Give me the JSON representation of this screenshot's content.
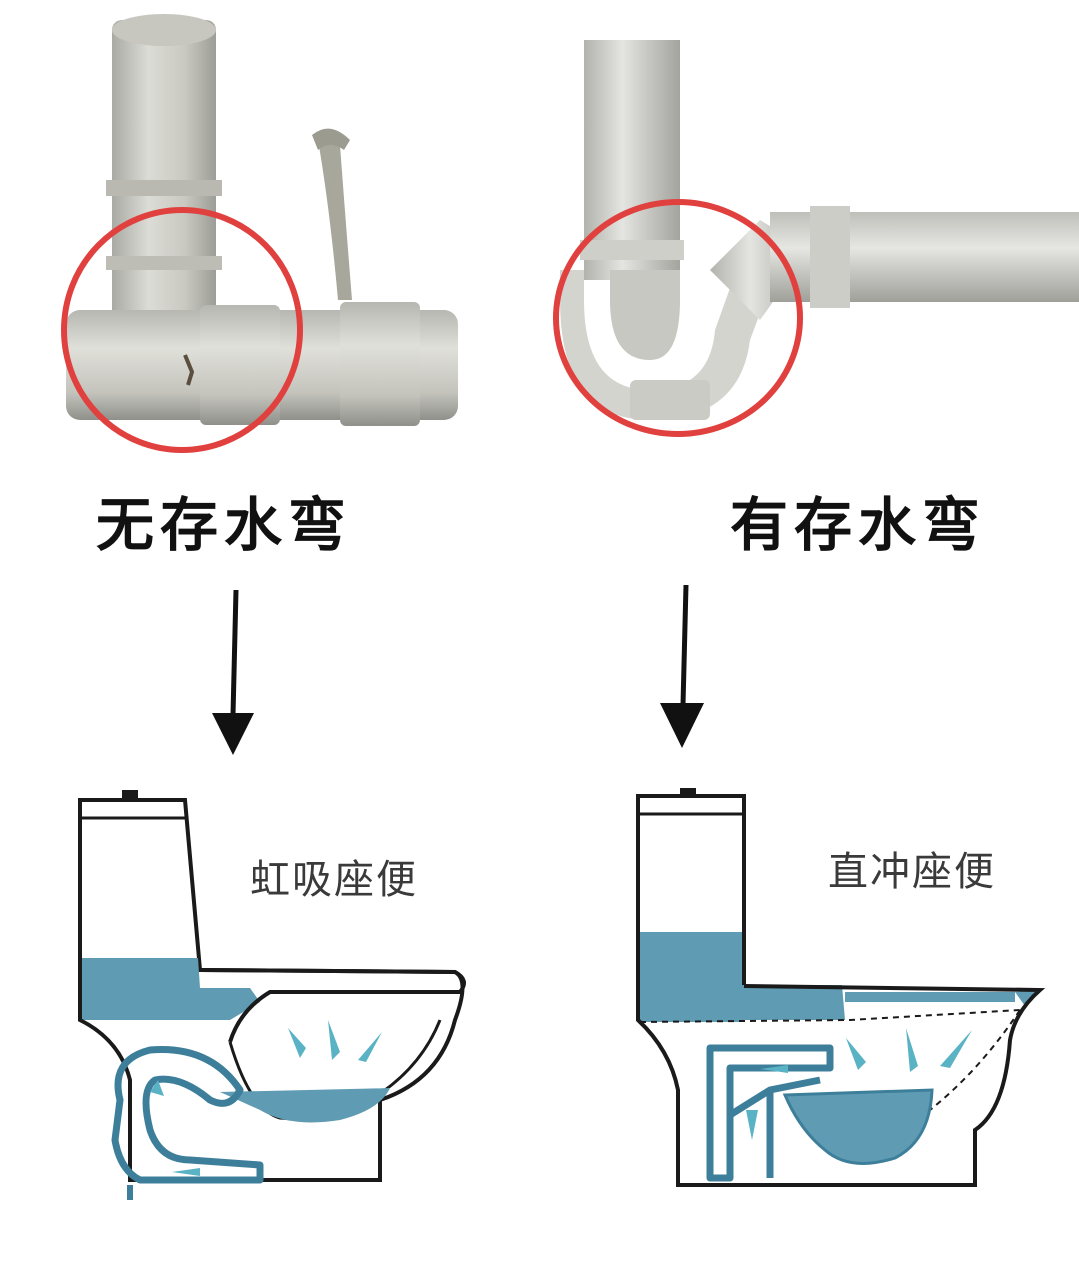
{
  "left": {
    "heading": "无存水弯",
    "toilet_label": "虹吸座便",
    "photo_icon": "pipe-tee-no-trap-photo",
    "diagram_icon": "siphon-toilet-cross-section-icon"
  },
  "right": {
    "heading": "有存水弯",
    "toilet_label": "直冲座便",
    "photo_icon": "pipe-p-trap-photo",
    "diagram_icon": "direct-flush-toilet-cross-section-icon"
  },
  "colors": {
    "highlight_circle": "#e0413f",
    "water": "#5f9cb3",
    "water_outline": "#3d7f9a",
    "flow_arrow": "#5ab3c4",
    "outline": "#1a1a1a",
    "pipe": "#d8d8d3"
  }
}
